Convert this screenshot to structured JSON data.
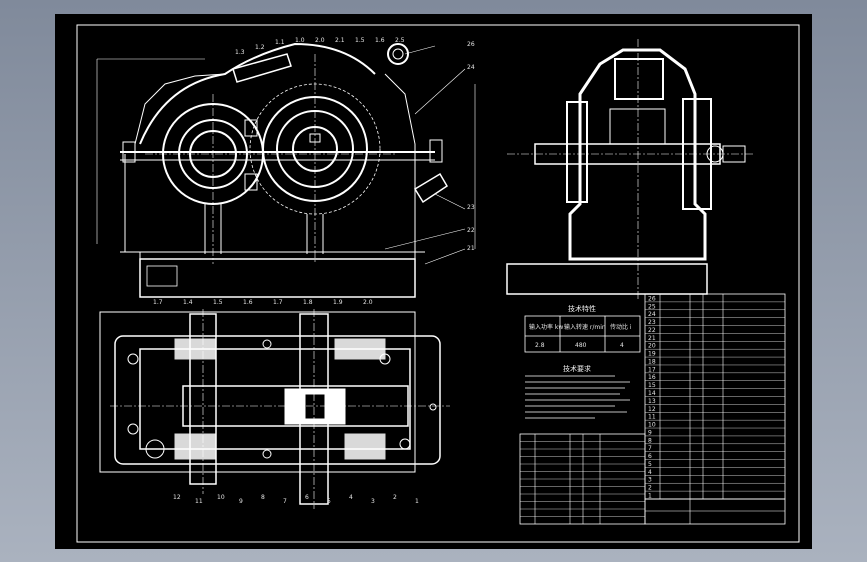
{
  "colors": {
    "background": "#000000",
    "line": "#ffffff",
    "page": "#8f98a8"
  },
  "drawing": {
    "type": "two-stage gear reducer assembly drawing"
  },
  "tech_table": {
    "title": "技术特性",
    "headers": [
      "输入功率\nkw",
      "输入转速\nr/min",
      "传动比\ni"
    ],
    "row": [
      "2.8",
      "480",
      "4"
    ]
  },
  "notes_title": "技术要求",
  "parts": [
    "26",
    "25",
    "24",
    "23",
    "22",
    "21",
    "20",
    "19",
    "18",
    "17",
    "16",
    "15",
    "14",
    "13",
    "12",
    "11",
    "10",
    "9",
    "8",
    "7",
    "6",
    "5",
    "4",
    "3",
    "2",
    "1"
  ],
  "balloons_top": [
    "1.3",
    "1.2",
    "1.1",
    "1.0",
    "2.0",
    "2.1",
    "1.5",
    "1.6",
    "2.5"
  ],
  "balloons_bottom": [
    "1.7",
    "1.4",
    "1.5",
    "1.6",
    "1.7",
    "1.8",
    "1.9",
    "2.0"
  ],
  "balloons_lower": [
    "12",
    "11",
    "10",
    "9",
    "8",
    "7",
    "6",
    "5",
    "4",
    "3",
    "2",
    "1"
  ],
  "balloons_right": [
    "26",
    "24",
    "23",
    "22",
    "21"
  ]
}
